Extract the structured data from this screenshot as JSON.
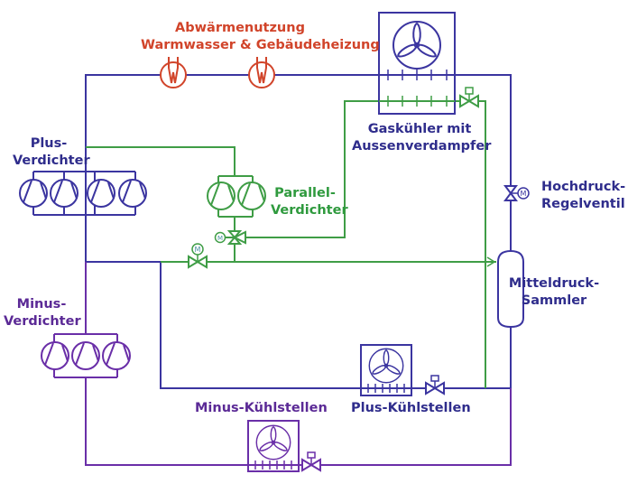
{
  "colors": {
    "high_pressure": "#3b35a0",
    "parallel": "#3f9d46",
    "minus": "#6a2fa8",
    "heat_recovery": "#d1442a",
    "motor_text": "#4a90a0"
  },
  "labels": {
    "heat_recovery_line1": "Abwärmenutzung",
    "heat_recovery_line2": "Warmwasser & Gebäudeheizung",
    "gas_cooler_line1": "Gaskühler mit",
    "gas_cooler_line2": "Aussenverdampfer",
    "plus_compressors_line1": "Plus-",
    "plus_compressors_line2": "Verdichter",
    "parallel_compressors_line1": "Parallel-",
    "parallel_compressors_line2": "Verdichter",
    "hp_valve_line1": "Hochdruck-",
    "hp_valve_line2": "Regelventil",
    "receiver_line1": "Mitteldruck-",
    "receiver_line2": "Sammler",
    "minus_compressors_line1": "Minus-",
    "minus_compressors_line2": "Verdichter",
    "plus_cooling": "Plus-Kühlstellen",
    "minus_cooling": "Minus-Kühlstellen"
  },
  "icons": {
    "motor_letter": "M",
    "compressor": "compressor-icon",
    "fan": "fan-icon",
    "heat_exchanger": "heat-exchanger-icon",
    "valve": "valve-icon",
    "three_way_valve": "three-way-valve-icon",
    "receiver": "receiver-tank-icon"
  },
  "components": {
    "plus_compressor_count": 4,
    "parallel_compressor_count": 2,
    "minus_compressor_count": 3,
    "heat_exchanger_count": 2
  }
}
